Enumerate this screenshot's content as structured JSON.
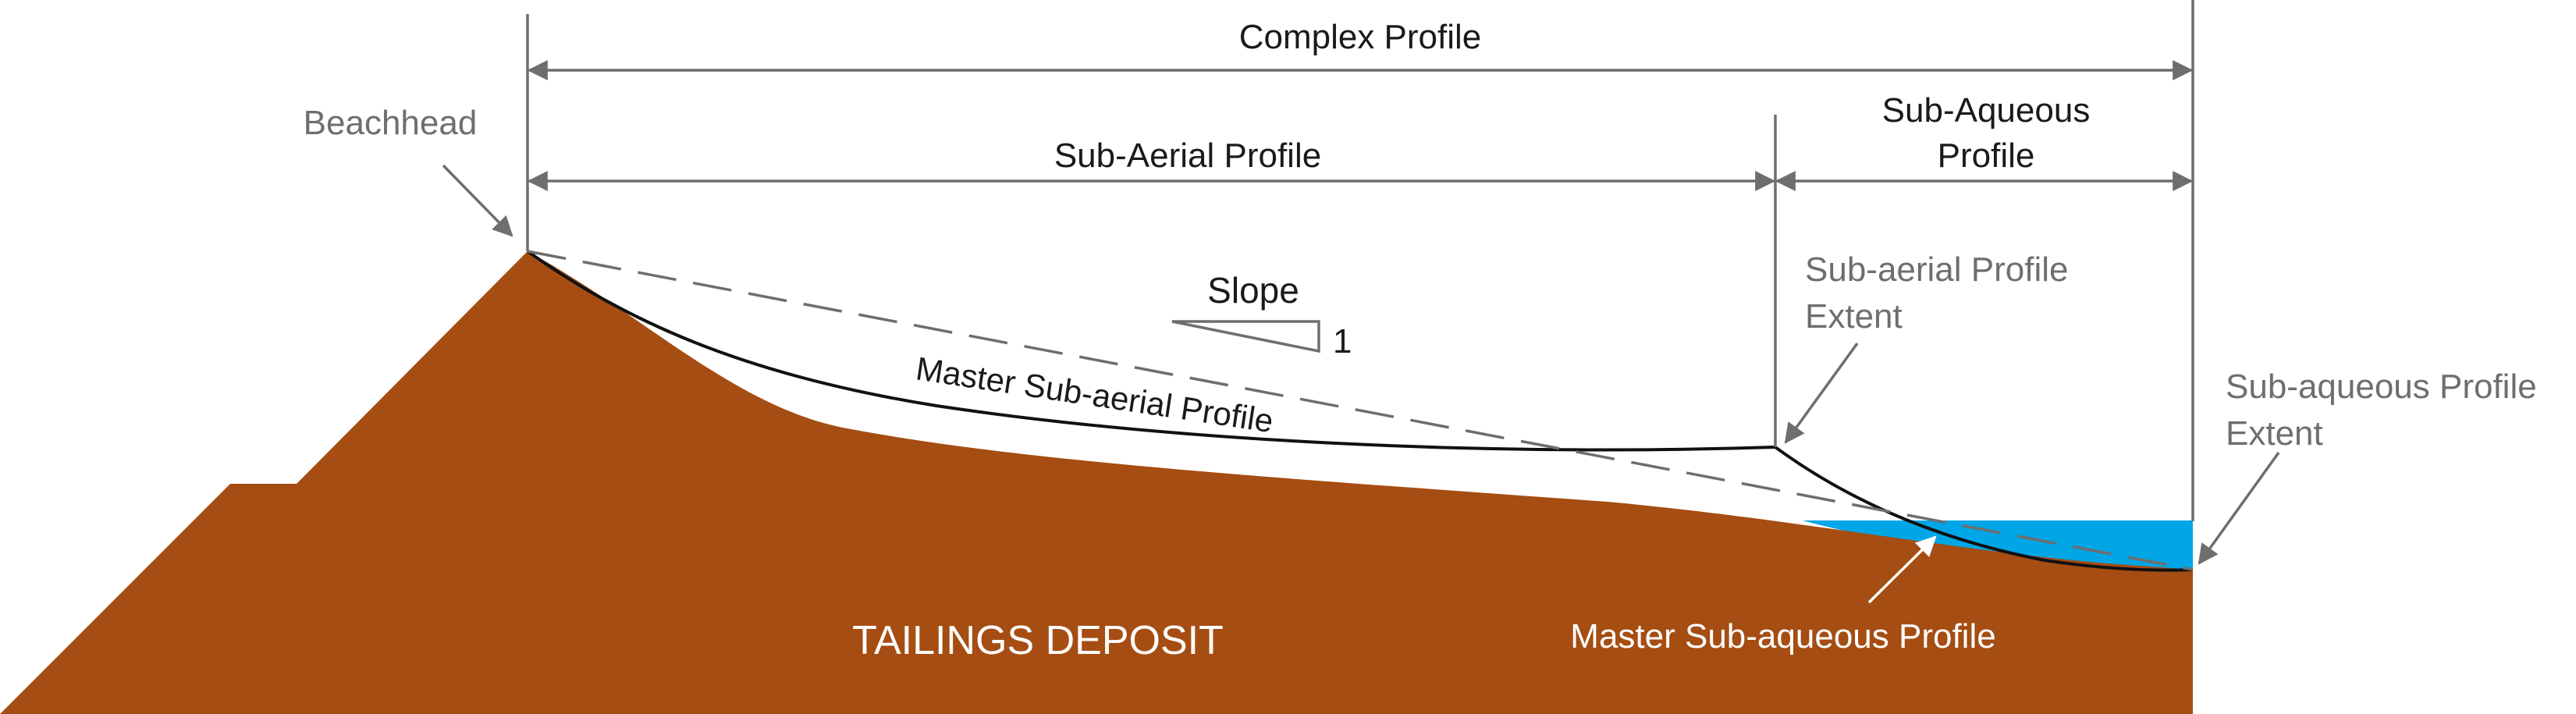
{
  "dimensions": {
    "complex_profile": "Complex Profile",
    "sub_aerial_profile": "Sub-Aerial Profile",
    "sub_aqueous_profile_line1": "Sub-Aqueous",
    "sub_aqueous_profile_line2": "Profile"
  },
  "callouts": {
    "beachhead": "Beachhead",
    "sub_aerial_extent_line1": "Sub-aerial Profile",
    "sub_aerial_extent_line2": "Extent",
    "sub_aqueous_extent_line1": "Sub-aqueous Profile",
    "sub_aqueous_extent_line2": "Extent"
  },
  "curves": {
    "master_sub_aerial": "Master Sub-aerial Profile",
    "master_sub_aqueous": "Master Sub-aqueous Profile"
  },
  "slope": {
    "label": "Slope",
    "ratio_value": "1"
  },
  "deposit": {
    "label": "TAILINGS DEPOSIT"
  },
  "colors": {
    "deposit": "#a54d12",
    "water": "#00a6e6",
    "dimension_line": "#6e6e6e",
    "profile_curve": "#111111"
  }
}
